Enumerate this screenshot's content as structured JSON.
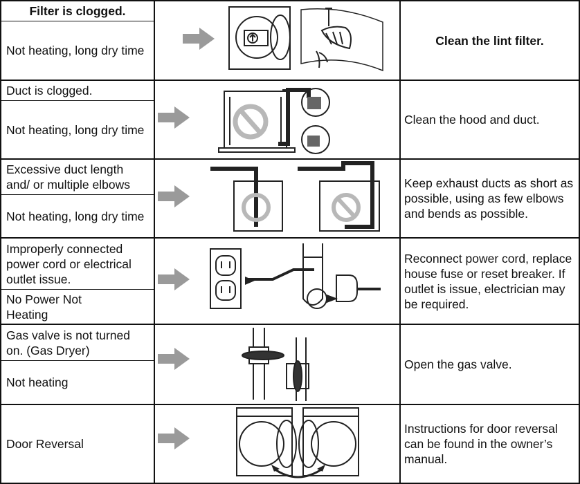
{
  "rows": [
    {
      "cause": "Filter is clogged.",
      "symptom": "Not heating, long dry time",
      "solution": "Clean the lint filter.",
      "illustration": "dryer-lint-filter-illustration"
    },
    {
      "cause": "Duct is clogged.",
      "symptom": "Not heating, long dry time",
      "solution": "Clean the hood and duct.",
      "illustration": "clogged-duct-illustration"
    },
    {
      "cause": "Excessive duct length and/ or multiple elbows",
      "symptom": "Not heating, long dry time",
      "solution": "Keep exhaust ducts as short as possible, using as few elbows and bends as possible.",
      "illustration": "duct-length-illustration"
    },
    {
      "cause": "Improperly connected power cord or electrical outlet issue.",
      "symptom": "No Power Not Heating",
      "solution": "Reconnect power cord, replace house fuse or reset breaker. If outlet is issue, electrician may be required.",
      "illustration": "power-cord-outlet-illustration"
    },
    {
      "cause": "Gas valve is not turned on. (Gas Dryer)",
      "symptom": "Not heating",
      "solution": "Open the gas valve.",
      "illustration": "gas-valve-illustration"
    },
    {
      "cause": "",
      "symptom": "Door Reversal",
      "solution": "Instructions for door reversal can be found in the owner’s manual.",
      "illustration": "door-reversal-illustration"
    }
  ],
  "icons": {
    "arrow": "right-arrow-icon"
  },
  "colors": {
    "line": "#111111",
    "arrow": "#9a9a9a",
    "illustration": "#222222",
    "prohibit": "#b8b8b8"
  }
}
